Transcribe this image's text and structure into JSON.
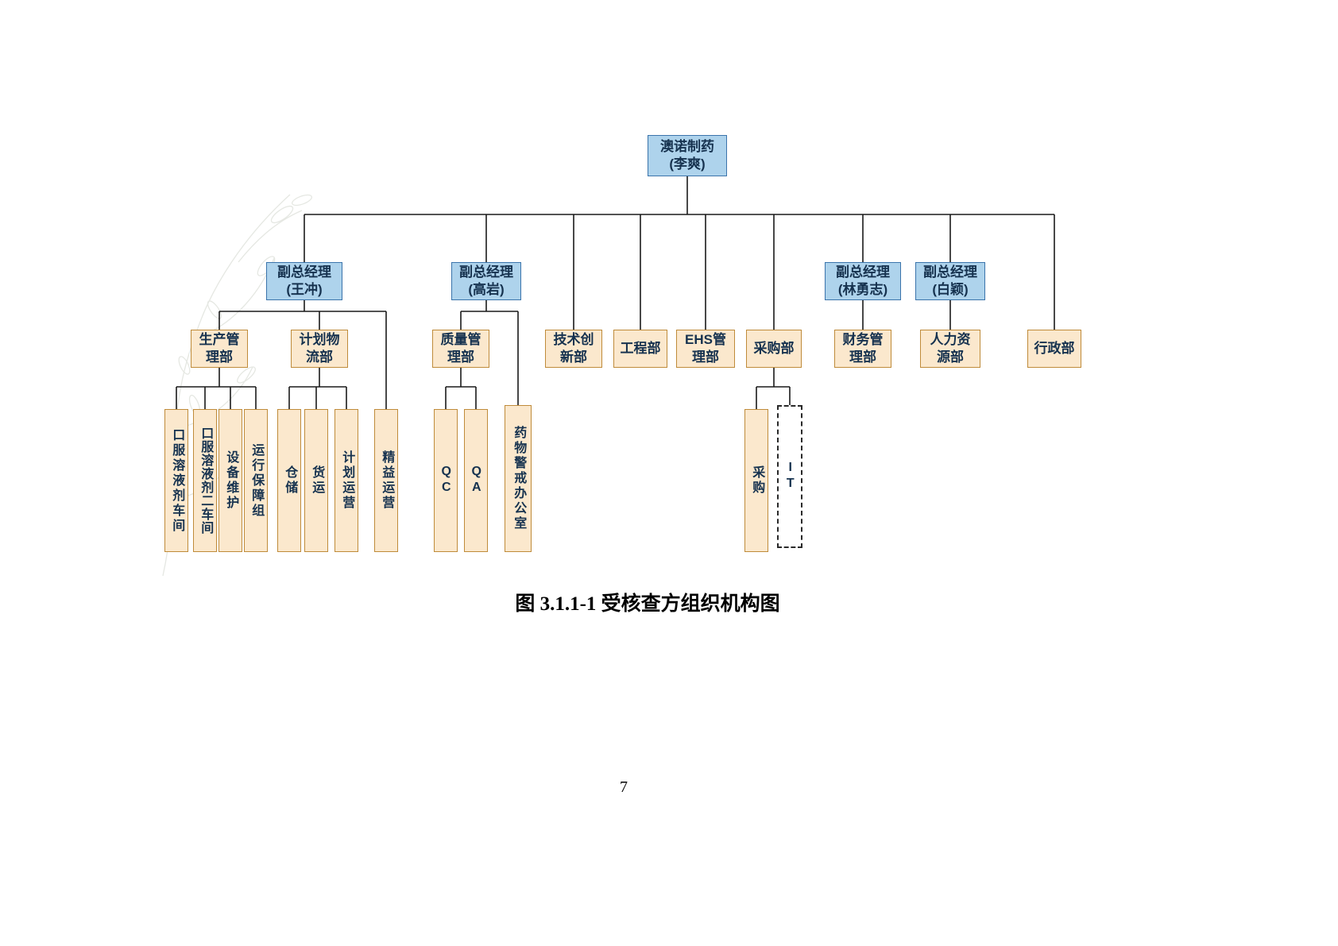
{
  "document": {
    "caption": "图 3.1.1-1  受核查方组织机构图",
    "page_number": "7"
  },
  "colors": {
    "executive_box_fill": "#aed3ec",
    "executive_box_border": "#3b74ab",
    "department_box_fill": "#fbe8cd",
    "department_box_border": "#bf8b3a",
    "connector_line": "#1a1a1a"
  },
  "chart": {
    "root": "澳诺制药\n(李爽)",
    "vp_wangchong": "副总经理\n(王冲)",
    "vp_gaoyan": "副总经理\n(高岩)",
    "vp_linyongzhi": "副总经理\n(林勇志)",
    "vp_baiying": "副总经理\n(白颖)",
    "dept_production": "生产管\n理部",
    "dept_logistics": "计划物\n流部",
    "dept_quality": "质量管\n理部",
    "dept_tech_innovation": "技术创\n新部",
    "dept_engineering": "工程部",
    "dept_ehs": "EHS管\n理部",
    "dept_procurement": "采购部",
    "dept_finance": "财务管\n理部",
    "dept_hr": "人力资\n源部",
    "dept_admin": "行政部",
    "unit_oral_workshop_1": "口服溶液剂车间",
    "unit_oral_workshop_2": "口服溶液剂二车间",
    "unit_equipment_maintenance": "设备维护",
    "unit_operation_support": "运行保障组",
    "unit_warehouse": "仓储",
    "unit_freight": "货运",
    "unit_plan_operations": "计划运营",
    "unit_lean_operations": "精益运营",
    "unit_qc": "QC",
    "unit_qa": "QA",
    "unit_pharmacovigilance": "药物警戒办公室",
    "unit_purchasing": "采购",
    "unit_it": "IT"
  }
}
